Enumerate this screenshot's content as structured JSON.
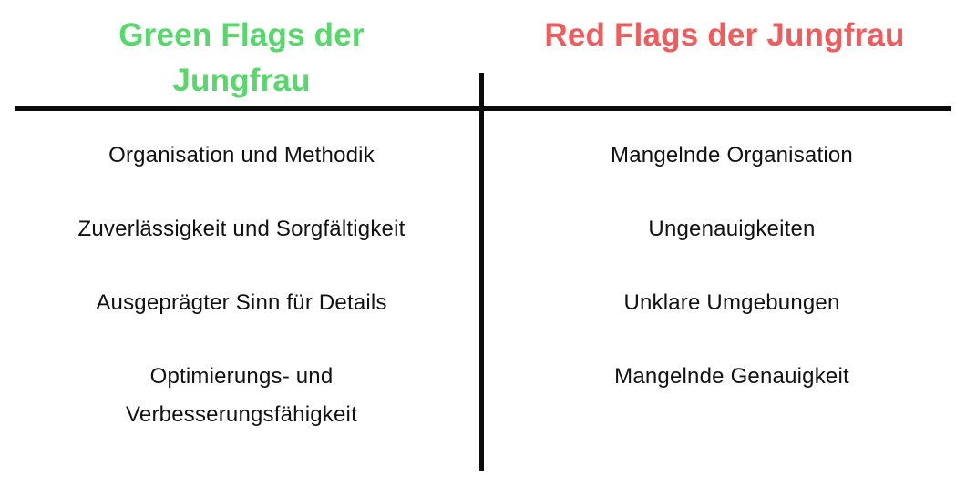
{
  "colors": {
    "green_heading": "#55d96a",
    "red_heading": "#f25b5b",
    "divider": "#0b0b0b",
    "text": "#111111"
  },
  "green_column": {
    "title": "Green Flags der Jungfrau",
    "items": [
      "Organisation und Methodik",
      "Zuverlässigkeit und Sorgfältigkeit",
      "Ausgeprägter Sinn für Details",
      "Optimierungs- und Verbesserungsfähigkeit"
    ]
  },
  "red_column": {
    "title": "Red Flags der Jungfrau",
    "items": [
      "Mangelnde Organisation",
      "Ungenauigkeiten",
      "Unklare Umgebungen",
      "Mangelnde Genauigkeit"
    ]
  }
}
